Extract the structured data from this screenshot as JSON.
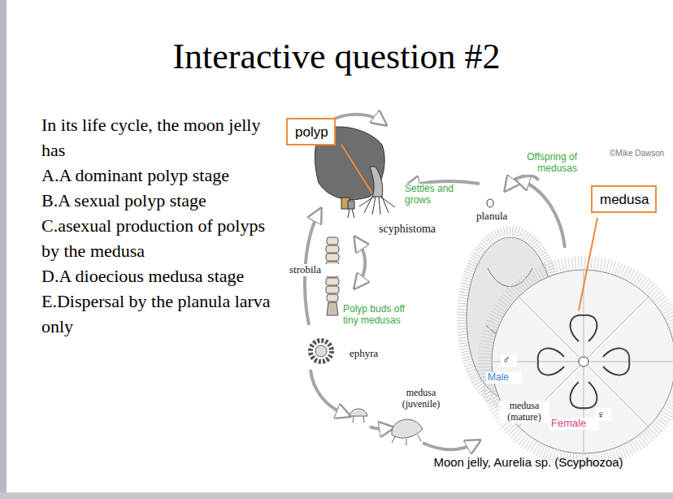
{
  "diagram": {
    "title": "Interactive question #2",
    "caption": "Moon jelly, Aurelia sp. (Scyphozoa)",
    "nodes": [
      {
        "text": [
          "polyp"
        ]
      },
      {
        "text": [
          "medusa"
        ]
      }
    ],
    "labels": [
      "In its life cycle, the moon jelly has",
      "A.A dominant polyp stage",
      "B.A sexual polyp stage",
      "C.asexual production of polyps by the medusa",
      "D.A dioecious medusa stage",
      "E.Dispersal by the planula larva only",
      "©Mike Dawson",
      "Offspring of medusas",
      "Settles and grows",
      "scyphistoma",
      "planula",
      "strobila",
      "Polyp buds off tiny medusas",
      "ephyra",
      "medusa (juvenile)",
      "Male",
      "♂",
      "medusa (mature)",
      "♀",
      "Female"
    ]
  }
}
